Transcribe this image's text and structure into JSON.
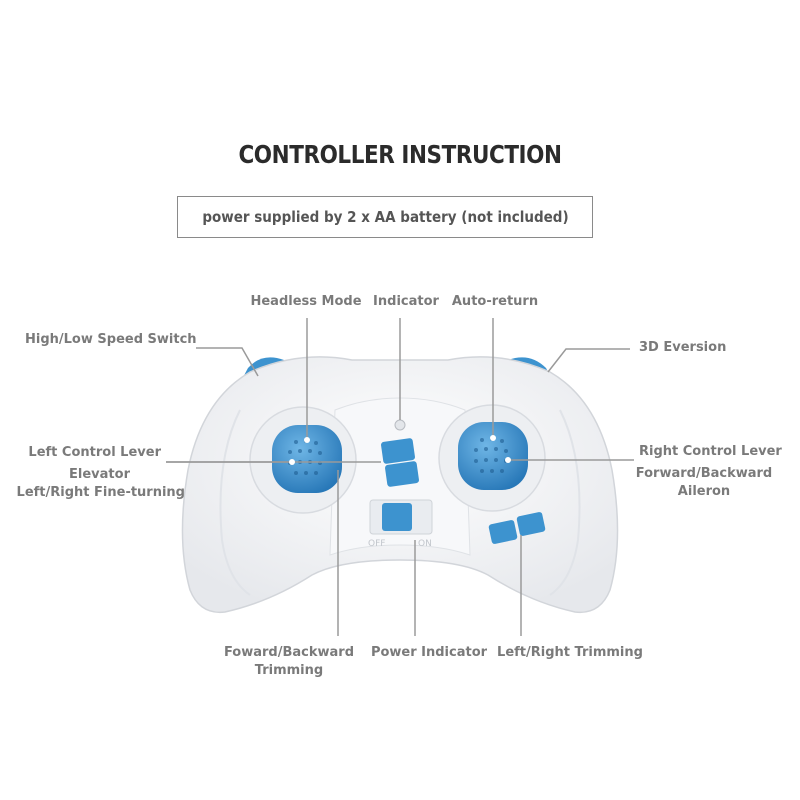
{
  "title": "CONTROLLER INSTRUCTION",
  "subtitle": "power supplied by 2 x AA battery (not included)",
  "labels": {
    "headless_mode": "Headless Mode",
    "indicator": "Indicator",
    "auto_return": "Auto-return",
    "speed_switch": "High/Low Speed Switch",
    "eversion_3d": "3D Eversion",
    "left_lever": "Left Control Lever",
    "elevator": "Elevator",
    "left_right_fine": "Left/Right Fine-turning",
    "right_lever": "Right Control Lever",
    "forward_backward": "Forward/Backward",
    "aileron": "Aileron",
    "fb_trimming_1": "Foward/Backward",
    "fb_trimming_2": "Trimming",
    "power_indicator": "Power Indicator",
    "lr_trimming": "Left/Right Trimming"
  },
  "switch_text": {
    "off": "OFF",
    "on": "ON"
  },
  "colors": {
    "accent": "#3d93cf",
    "body": "#f4f5f7",
    "line": "#9a9a9a"
  }
}
